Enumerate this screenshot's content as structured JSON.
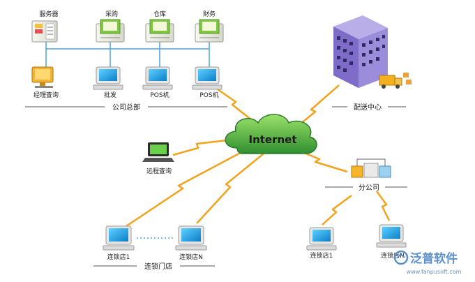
{
  "hq": {
    "servers": [
      {
        "label": "服务器",
        "icon": "server-icon"
      },
      {
        "label": "采购",
        "icon": "server-icon"
      },
      {
        "label": "仓库",
        "icon": "server-icon"
      },
      {
        "label": "财务",
        "icon": "server-icon"
      }
    ],
    "clients": [
      {
        "label": "经理查询",
        "icon": "monitor-icon"
      },
      {
        "label": "批发",
        "icon": "computer-icon"
      },
      {
        "label": "POS机",
        "icon": "computer-icon"
      },
      {
        "label": "POS机",
        "icon": "computer-icon"
      }
    ],
    "group_label": "公司总部"
  },
  "center": {
    "label": "Internet",
    "icon": "cloud-icon"
  },
  "distribution": {
    "label": "配送中心",
    "icon": "building-icon"
  },
  "remote": {
    "label": "远程查询",
    "icon": "laptop-icon"
  },
  "branch": {
    "label": "分公司",
    "icon": "branch-server-icon",
    "stores": [
      {
        "label": "连锁店1",
        "icon": "computer-icon"
      },
      {
        "label": "连锁店N",
        "icon": "computer-icon"
      }
    ]
  },
  "chain": {
    "label": "连锁门店",
    "stores": [
      {
        "label": "连锁店1",
        "icon": "computer-icon"
      },
      {
        "label": "连锁店N",
        "icon": "computer-icon"
      }
    ]
  },
  "watermark": {
    "brand": "泛普软件",
    "url": "www.fanpusoft.com"
  },
  "colors": {
    "bus_line": "#4fa3e0",
    "link": "#f3a21b",
    "cloud": "#3aa13a",
    "building": "#8e7ad4"
  }
}
